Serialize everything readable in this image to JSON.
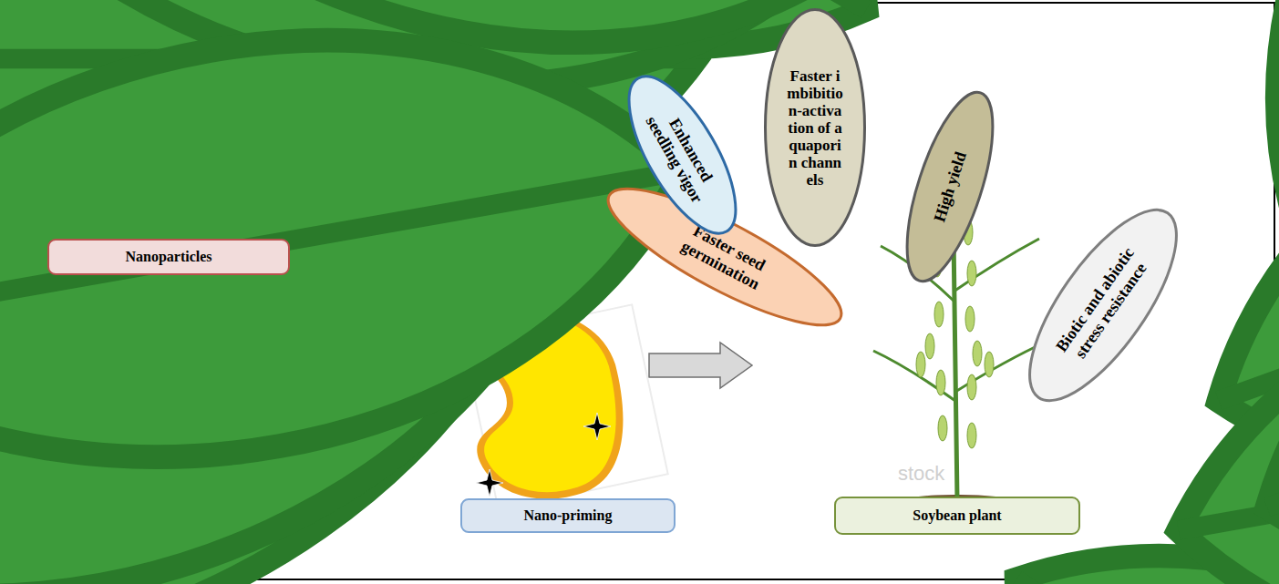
{
  "diagram": {
    "nodes": [
      {
        "text": [
          "Nanoparticles"
        ]
      },
      {
        "text": [
          "Nano-priming"
        ]
      },
      {
        "text": [
          "Faster seed germination"
        ]
      },
      {
        "text": [
          "Enhanced seedling vigor"
        ]
      },
      {
        "text": [
          "Faster imbibition-activation of aquaporin channels"
        ]
      },
      {
        "text": [
          "High yield"
        ]
      },
      {
        "text": [
          "Biotic and abiotic stress resistance"
        ]
      },
      {
        "text": [
          "Soybean plant"
        ]
      }
    ],
    "labels": [
      "stock"
    ]
  }
}
